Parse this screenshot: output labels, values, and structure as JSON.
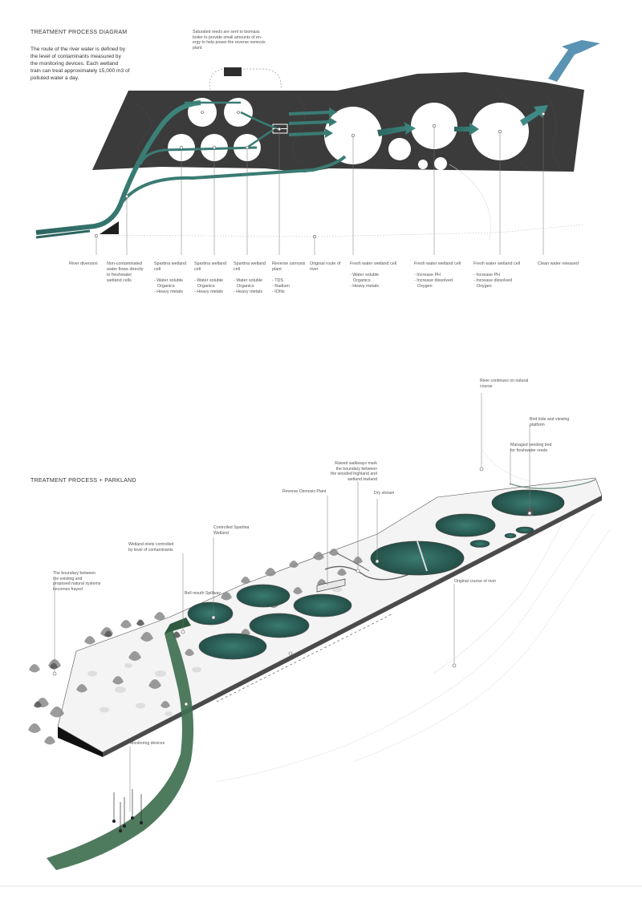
{
  "diagram_top": {
    "title": "TREATMENT PROCESS DIAGRAM",
    "intro": [
      "The route of the river water is defined by",
      "the level of contaminants measured by",
      "the monitoring devices.  Each wetland",
      "train can treat approximately 15,000 m3 of",
      "polluted water a day."
    ],
    "biomass_note": [
      "Saturated reeds are sent to biomass",
      "boiler to provide small amounts of en-",
      "ergy to help power the reverse osmosis",
      "plant."
    ],
    "labels": [
      {
        "title": [
          "River diversion"
        ],
        "items": []
      },
      {
        "title": [
          "Non-contaminated",
          "water flows directly",
          "to freshwater",
          "wetland cells"
        ],
        "items": []
      },
      {
        "title": [
          "Spartina wetland",
          "cell"
        ],
        "items": [
          "- Water soluble",
          "  Organics",
          "- Heavy metals"
        ]
      },
      {
        "title": [
          "Spartina wetland",
          "cell"
        ],
        "items": [
          "- Water soluble",
          "  Organics",
          "- Heavy metals"
        ]
      },
      {
        "title": [
          "Spartina wetland",
          "cell"
        ],
        "items": [
          "- Water soluble",
          "  Organics",
          "- Heavy metals"
        ]
      },
      {
        "title": [
          "Reverse osmosis",
          "plant"
        ],
        "items": [
          "- TDS",
          "- Radium",
          "- IONs"
        ]
      },
      {
        "title": [
          "Original route of",
          "river"
        ],
        "items": []
      },
      {
        "title": [
          "Fresh water wetland cell"
        ],
        "items": [
          "- Water soluble",
          "  Organics",
          "- Heavy metals"
        ]
      },
      {
        "title": [
          "Fresh water wetland cell"
        ],
        "items": [
          "- Increase PH",
          "- Increase dissolved",
          "  Oxygen"
        ]
      },
      {
        "title": [
          "Fresh water wetland cell"
        ],
        "items": [
          "- Increase PH",
          "- Increase dissolved",
          "  Oxygen"
        ]
      },
      {
        "title": [
          "Clean water released"
        ],
        "items": []
      }
    ]
  },
  "diagram_bottom": {
    "title": "TREATMENT PROCESS + PARKLAND",
    "annotations": {
      "river_continues": [
        "River continues on natural",
        "course"
      ],
      "bird_hide": [
        "Bird hide and viewing",
        "platform"
      ],
      "seeding_bed": [
        "Managed seeding bed",
        "for freshwater reeds"
      ],
      "walkways": [
        "Raised walkways mark",
        "the boundary between",
        "the wooded highland and",
        "wetland lowland"
      ],
      "dry_stream": [
        "Dry stream"
      ],
      "ro_plant": [
        "Reverse Osmosis Plant"
      ],
      "controlled_spartina": [
        "Controlled Spartina",
        "Wetland"
      ],
      "inlets": [
        "Wetland inlets controlled",
        "by level of contaminants"
      ],
      "boundary": [
        "The boundary between",
        "the existing and",
        "proposed natural systems",
        "becomes frayed"
      ],
      "bellmouth": [
        "Bell mouth Spillway"
      ],
      "original_course": [
        "Original course of river"
      ],
      "monitoring": [
        "Monitoring devices"
      ]
    }
  },
  "colors": {
    "water": "#2f6b62",
    "teal_arrow": "#3a7c74",
    "blue_arrow": "#5a93b4",
    "ink": "#3b3b3b",
    "pool": "#2e6a60",
    "slab": "#f3f3f3"
  }
}
